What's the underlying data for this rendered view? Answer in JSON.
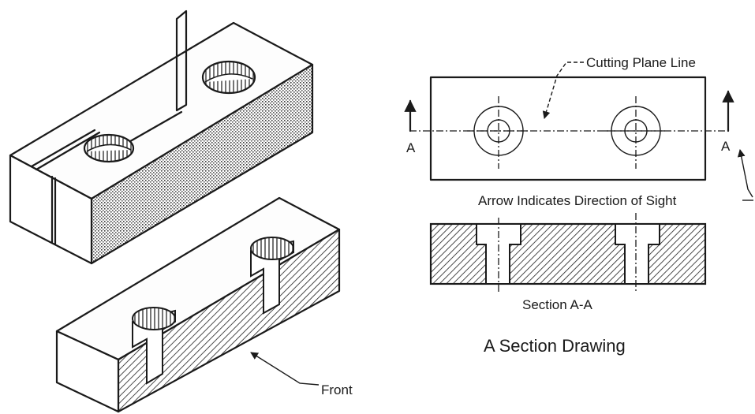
{
  "labels": {
    "cutting_plane_line": "Cutting Plane Line",
    "section_marker_left": "A",
    "section_marker_right": "A",
    "direction_of_sight": "Arrow Indicates Direction of Sight",
    "section_label": "Section A-A",
    "drawing_title": "A Section Drawing",
    "front": "Front"
  },
  "colors": {
    "ink": "#1a1a1a",
    "paper": "#ffffff"
  }
}
